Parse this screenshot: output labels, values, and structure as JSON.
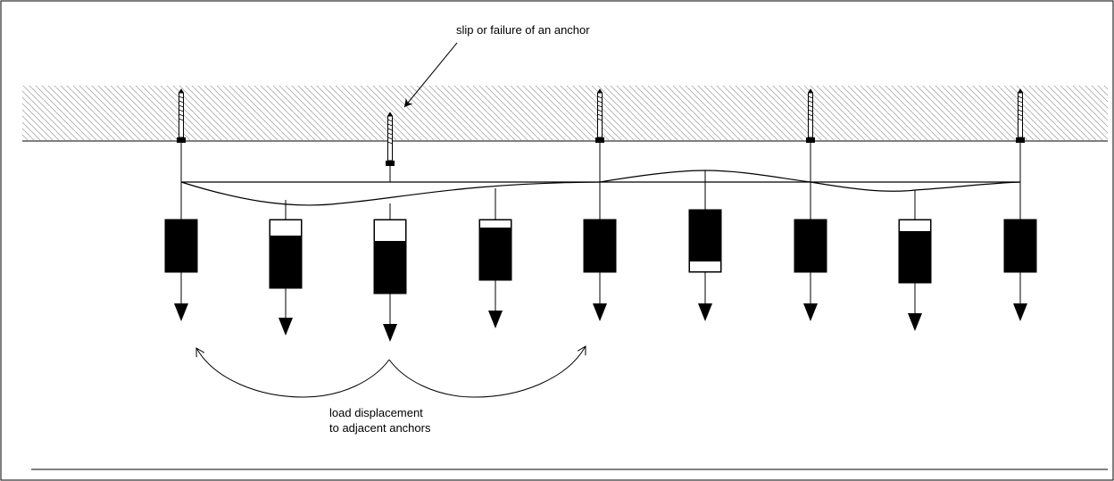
{
  "diagram": {
    "labels": {
      "failure_label": "slip or failure of an anchor",
      "displacement_line1": "load displacement",
      "displacement_line2": "to adjacent anchors"
    },
    "colors": {
      "ink": "#000000",
      "background": "#ffffff",
      "hatch": "#8a8a8a"
    },
    "anchor_count": 5,
    "failed_anchor_index": 1,
    "load_count": 9
  }
}
